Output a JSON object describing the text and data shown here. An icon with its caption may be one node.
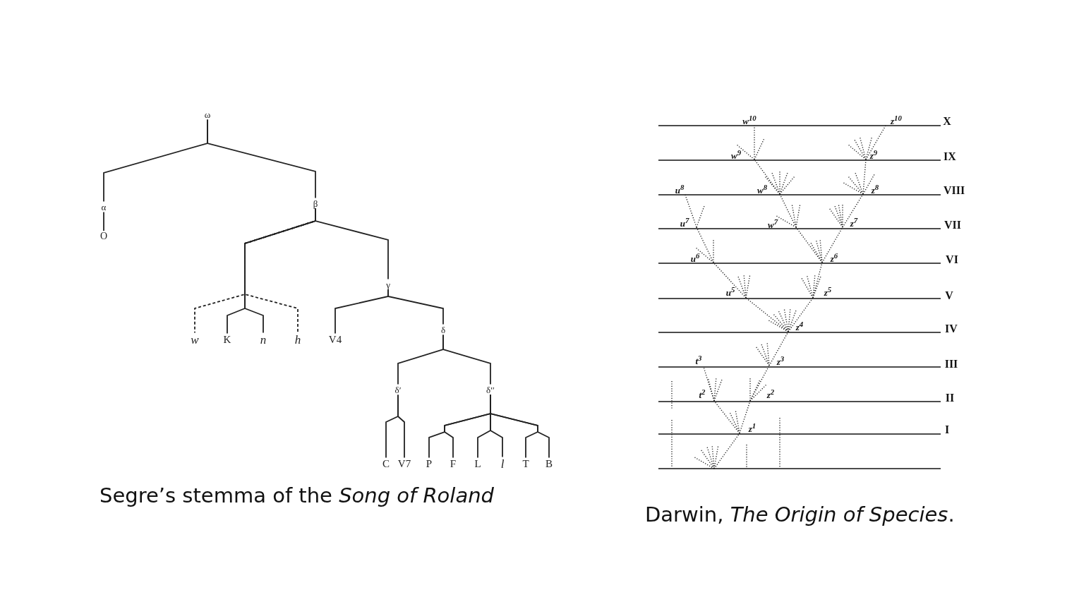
{
  "diagram": {
    "nodes": [
      {
        "text": [
          "ω"
        ]
      },
      {
        "text": [
          "α"
        ]
      },
      {
        "text": [
          "β"
        ]
      },
      {
        "text": [
          "O"
        ]
      },
      {
        "text": [
          "γ"
        ]
      },
      {
        "text": [
          "w"
        ]
      },
      {
        "text": [
          "K"
        ]
      },
      {
        "text": [
          "n"
        ]
      },
      {
        "text": [
          "h"
        ]
      },
      {
        "text": [
          "V4"
        ]
      },
      {
        "text": [
          "δ"
        ]
      },
      {
        "text": [
          "δ′"
        ]
      },
      {
        "text": [
          "δ′′"
        ]
      },
      {
        "text": [
          "C"
        ]
      },
      {
        "text": [
          "V7"
        ]
      },
      {
        "text": [
          "P"
        ]
      },
      {
        "text": [
          "F"
        ]
      },
      {
        "text": [
          "L"
        ]
      },
      {
        "text": [
          "l"
        ]
      },
      {
        "text": [
          "T"
        ]
      },
      {
        "text": [
          "B"
        ]
      }
    ],
    "edges": [
      {
        "from": 0,
        "to": 1,
        "arrow": "none"
      },
      {
        "from": 0,
        "to": 2,
        "arrow": "none"
      },
      {
        "from": 1,
        "to": 3,
        "arrow": "none"
      },
      {
        "from": 2,
        "to": 5,
        "arrow": "none",
        "style": "dashed"
      },
      {
        "from": 2,
        "to": 6,
        "arrow": "none"
      },
      {
        "from": 2,
        "to": 7,
        "arrow": "none"
      },
      {
        "from": 2,
        "to": 8,
        "arrow": "none",
        "style": "dashed"
      },
      {
        "from": 2,
        "to": 4,
        "arrow": "none"
      },
      {
        "from": 4,
        "to": 9,
        "arrow": "none"
      },
      {
        "from": 4,
        "to": 10,
        "arrow": "none"
      },
      {
        "from": 10,
        "to": 11,
        "arrow": "none"
      },
      {
        "from": 10,
        "to": 12,
        "arrow": "none"
      },
      {
        "from": 11,
        "to": 13,
        "arrow": "none"
      },
      {
        "from": 11,
        "to": 14,
        "arrow": "none"
      },
      {
        "from": 12,
        "to": 15,
        "arrow": "none"
      },
      {
        "from": 12,
        "to": 16,
        "arrow": "none"
      },
      {
        "from": 12,
        "to": 17,
        "arrow": "none"
      },
      {
        "from": 12,
        "to": 18,
        "arrow": "none"
      },
      {
        "from": 12,
        "to": 19,
        "arrow": "none"
      },
      {
        "from": 12,
        "to": 20,
        "arrow": "none"
      }
    ],
    "labels": [
      "w$^{10}$",
      "z$^{10}$",
      "X",
      "w$^{9}$",
      "z$^{9}$",
      "IX",
      "u$^{8}$",
      "w$^{8}$",
      "z$^{8}$",
      "VIII",
      "u$^{7}$",
      "w$^{7}$",
      "z$^{7}$",
      "VII",
      "u$^{6}$",
      "z$^{6}$",
      "VI",
      "u$^{5}$",
      "z$^{5}$",
      "V",
      "z$^{4}$",
      "IV",
      "t$^{3}$",
      "z$^{3}$",
      "III",
      "t$^{2}$",
      "z$^{2}$",
      "II",
      "z$^{1}$",
      "I",
      "Segre’s stemma of the *Song of Roland*",
      "Darwin, *The Origin of Species*."
    ]
  }
}
